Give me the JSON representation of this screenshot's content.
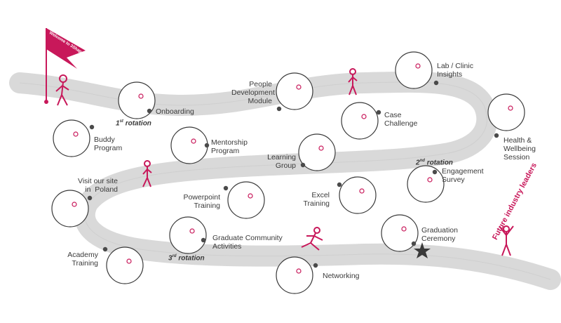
{
  "flag": {
    "text": "Welcome to 3Shape"
  },
  "rotations": [
    {
      "num": "1",
      "suffix": "st",
      "word": "rotation"
    },
    {
      "num": "2",
      "suffix": "nd",
      "word": "rotation"
    },
    {
      "num": "3",
      "suffix": "rd",
      "word": "rotation"
    }
  ],
  "milestones": [
    {
      "label": "Onboarding",
      "icon": "puzzle-icon"
    },
    {
      "label": "Buddy\nProgram",
      "icon": "high-five-icon"
    },
    {
      "label": "Mentorship\nProgram",
      "icon": "handshake-icon"
    },
    {
      "label": "People\nDevelopment\nModule",
      "icon": "growth-people-icon"
    },
    {
      "label": "Lab / Clinic\nInsights",
      "icon": "dental-tool-icon"
    },
    {
      "label": "Case\nChallenge",
      "icon": "trophy-icon"
    },
    {
      "label": "Health &\nWellbeing\nSession",
      "icon": "lotus-icon"
    },
    {
      "label": "Learning\nGroup",
      "icon": "lightbulbs-icon"
    },
    {
      "label": "Engagement\nSurvey",
      "icon": "survey-icon"
    },
    {
      "label": "Visit our site\nin  Poland",
      "icon": "building-icon"
    },
    {
      "label": "Powerpoint\nTraining",
      "icon": "presentation-icon"
    },
    {
      "label": "Excel\nTraining",
      "icon": "spreadsheet-icon"
    },
    {
      "label": "Graduate Community\nActivities",
      "icon": "party-popper-icon"
    },
    {
      "label": "Graduation\nCeremony",
      "icon": "graduation-cap-icon"
    },
    {
      "label": "Academy\nTraining",
      "icon": "video-audience-icon"
    },
    {
      "label": "Networking",
      "icon": "speech-bubbles-icon"
    }
  ],
  "finale": {
    "text": "Future industry leaders"
  },
  "colors": {
    "road": "#d9d9d9",
    "accent": "#c8185a",
    "ink": "#3a3a3a",
    "dot": "#4a4a4a"
  }
}
